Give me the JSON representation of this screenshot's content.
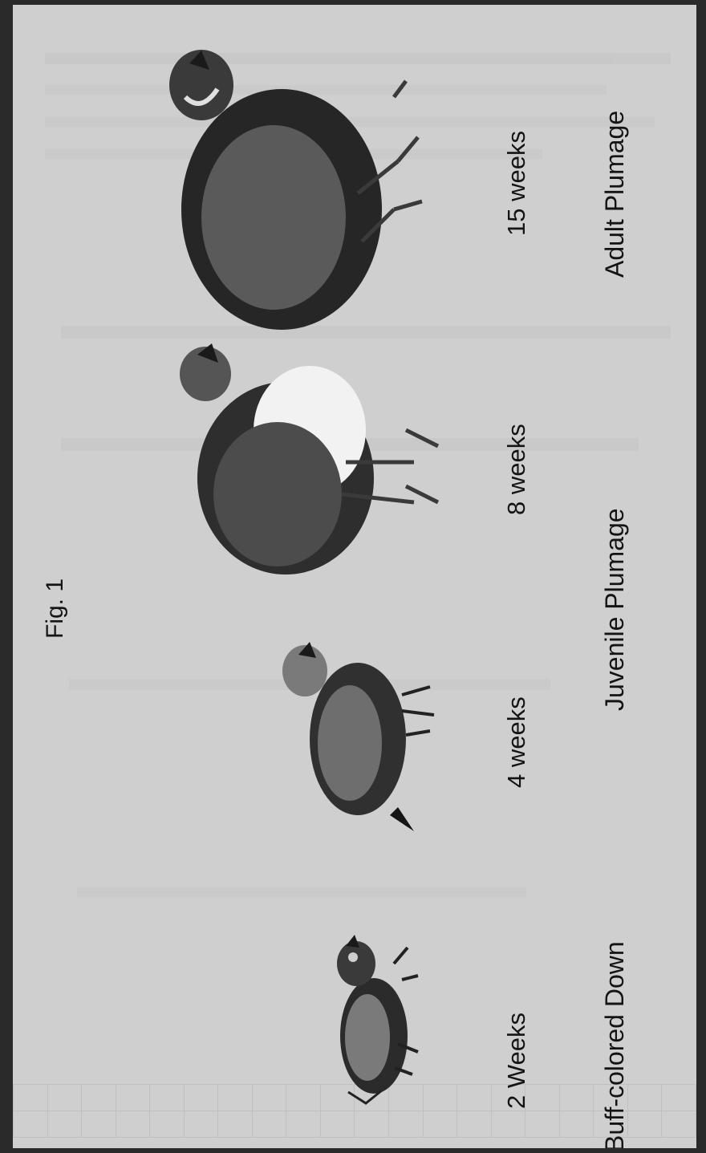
{
  "figure": {
    "label": "Fig. 1",
    "stages": [
      {
        "age": "2 Weeks",
        "caption": "Buff-colored Down"
      },
      {
        "age": "4 weeks",
        "caption": "Juvenile Plumage"
      },
      {
        "age": "8 weeks"
      },
      {
        "age": "15 weeks",
        "caption": "Adult Plumage"
      }
    ]
  },
  "colors": {
    "paper": "#cfcfcf",
    "ink": "#141414",
    "frame": "#2a2a2a"
  }
}
